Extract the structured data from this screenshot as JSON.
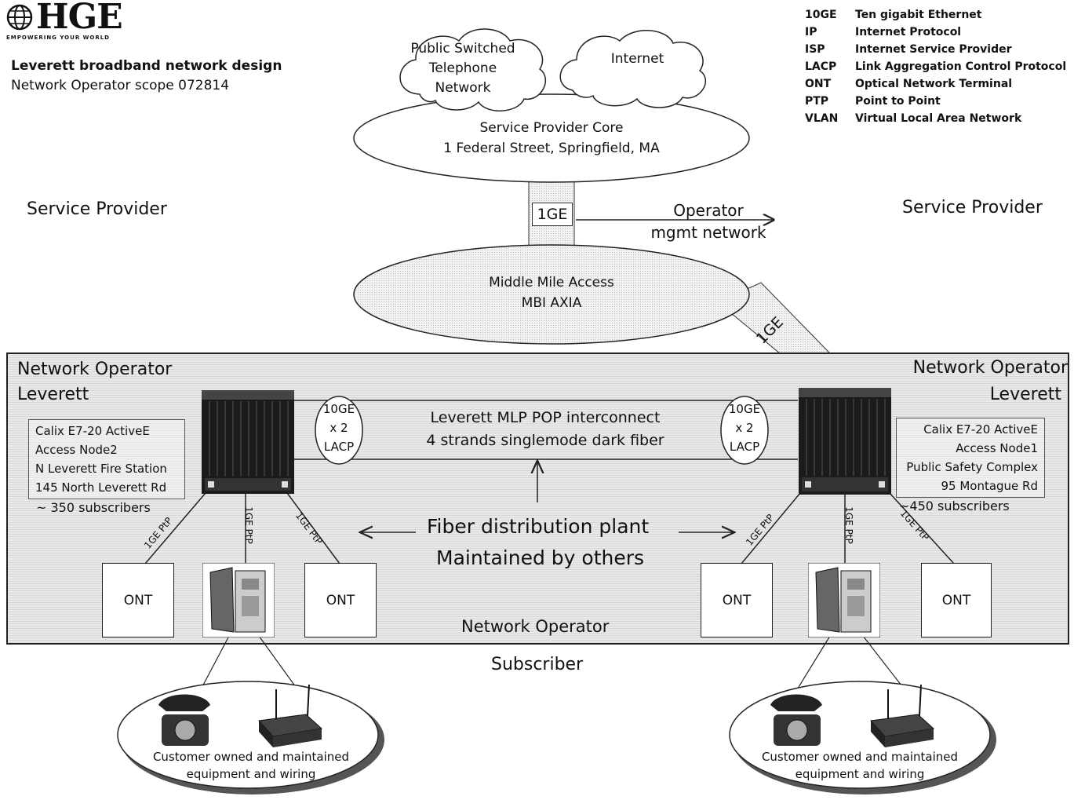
{
  "header": {
    "logo": "HGE",
    "logo_tagline": "EMPOWERING YOUR WORLD",
    "title": "Leverett broadband network design",
    "subtitle": "Network Operator scope 072814"
  },
  "legend": [
    {
      "abbr": "10GE",
      "desc": "Ten gigabit Ethernet"
    },
    {
      "abbr": "IP",
      "desc": "Internet Protocol"
    },
    {
      "abbr": "ISP",
      "desc": "Internet Service Provider"
    },
    {
      "abbr": "LACP",
      "desc": "Link Aggregation Control Protocol"
    },
    {
      "abbr": "ONT",
      "desc": "Optical Network Terminal"
    },
    {
      "abbr": "PTP",
      "desc": "Point to Point"
    },
    {
      "abbr": "VLAN",
      "desc": "Virtual Local Area Network"
    }
  ],
  "clouds": {
    "pstn_line1": "Public Switched",
    "pstn_line2": "Telephone",
    "pstn_line3": "Network",
    "internet": "Internet"
  },
  "core": {
    "line1": "Service Provider Core",
    "line2": "1 Federal Street, Springfield, MA"
  },
  "uplink": {
    "label": "1GE",
    "mgmt_line1": "Operator",
    "mgmt_line2": "mgmt network"
  },
  "middle_mile": {
    "line1": "Middle Mile Access",
    "line2": "MBI AXIA",
    "link_label": "1GE"
  },
  "zones": {
    "service_provider_left": "Service Provider",
    "service_provider_right": "Service Provider",
    "network_operator_left": "Network Operator",
    "network_operator_right": "Network Operator",
    "leverett_left": "Leverett",
    "leverett_right": "Leverett",
    "network_operator_bottom": "Network Operator",
    "subscriber": "Subscriber"
  },
  "node2": {
    "line1": "Calix E7-20 ActiveE",
    "line2": "Access Node2",
    "line3": "N Leverett Fire Station",
    "line4": "145 North Leverett Rd",
    "subscribers": "~ 350 subscribers"
  },
  "node1": {
    "line1": "Calix E7-20 ActiveE",
    "line2": "Access Node1",
    "line3": "Public Safety Complex",
    "line4": "95 Montague Rd",
    "subscribers": "~450 subscribers"
  },
  "interconnect": {
    "lacp_left_1": "10GE",
    "lacp_left_2": "x 2",
    "lacp_left_3": "LACP",
    "lacp_right_1": "10GE",
    "lacp_right_2": "x 2",
    "lacp_right_3": "LACP",
    "line1": "Leverett MLP POP interconnect",
    "line2": "4 strands singlemode dark fiber"
  },
  "fiber": {
    "line1": "Fiber distribution plant",
    "line2": "Maintained by others"
  },
  "links": {
    "ptp": "1GE PtP"
  },
  "onts": {
    "label": "ONT"
  },
  "customer": {
    "line1": "Customer owned and maintained",
    "line2": "equipment and wiring"
  }
}
